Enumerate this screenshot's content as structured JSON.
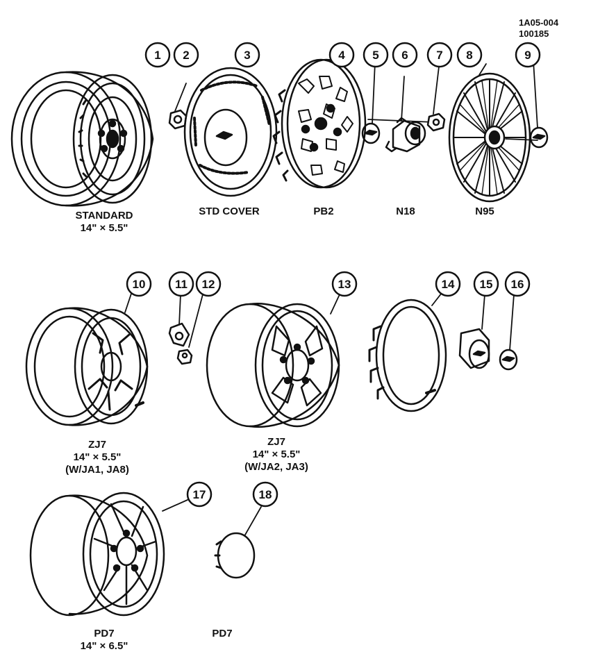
{
  "drawing_codes": [
    "1A05-004",
    "100185"
  ],
  "callouts": [
    "1",
    "2",
    "3",
    "4",
    "5",
    "6",
    "7",
    "8",
    "9",
    "10",
    "11",
    "12",
    "13",
    "14",
    "15",
    "16",
    "17",
    "18"
  ],
  "captions": {
    "standard": [
      "STANDARD",
      "14\" × 5.5\""
    ],
    "std_cover": "STD COVER",
    "pb2": "PB2",
    "n18": "N18",
    "n95": "N95",
    "zj7_a": [
      "ZJ7",
      "14\" × 5.5\"",
      "(W/JA1, JA8)"
    ],
    "zj7_b": [
      "ZJ7",
      "14\" × 5.5\"",
      "(W/JA2, JA3)"
    ],
    "pd7_wheel": [
      "PD7",
      "14\" × 6.5\""
    ],
    "pd7_cap": "PD7"
  },
  "colors": {
    "ink": "#111111",
    "paper": "#ffffff"
  }
}
